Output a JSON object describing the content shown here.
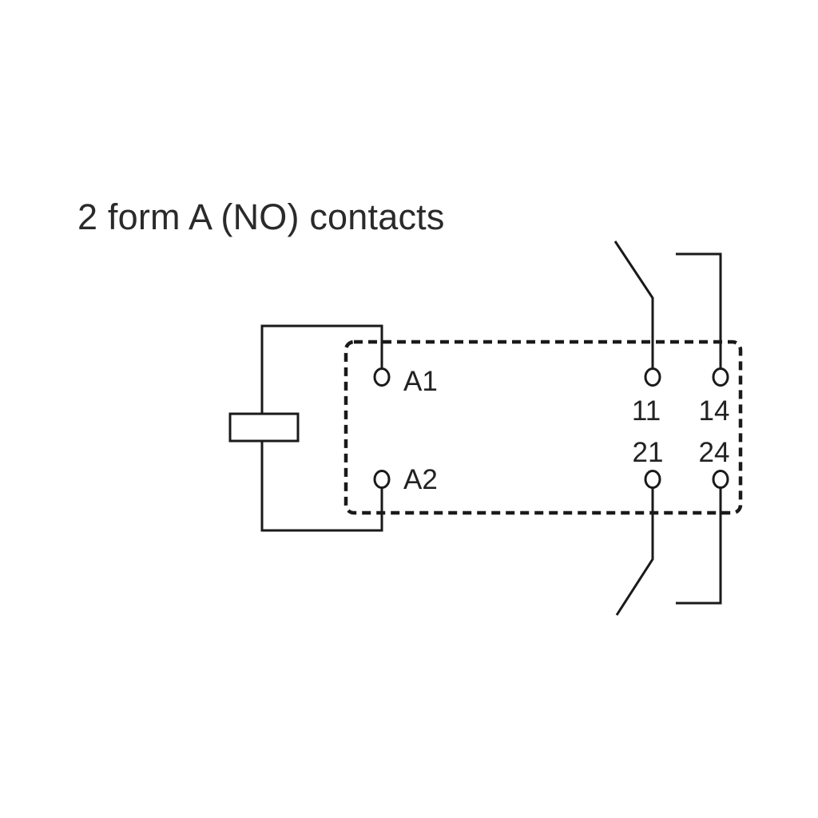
{
  "title": "2 form A (NO) contacts",
  "terminals": {
    "a1": "A1",
    "a2": "A2",
    "t11": "11",
    "t14": "14",
    "t21": "21",
    "t24": "24"
  },
  "colors": {
    "line": "#1a1a1a",
    "text": "#2a2a2a",
    "background": "#ffffff"
  }
}
